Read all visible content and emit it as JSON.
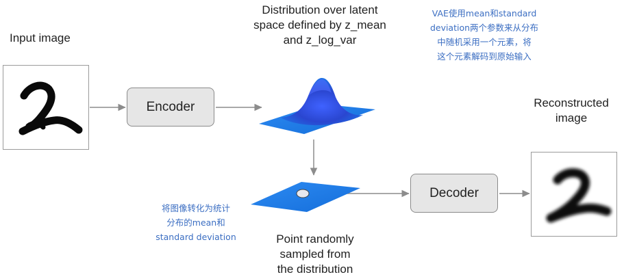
{
  "input_label": "Input image",
  "encoder_label": "Encoder",
  "decoder_label": "Decoder",
  "distribution_label": [
    "Distribution over latent",
    "space defined by z_mean",
    "and z_log_var"
  ],
  "reconstructed_label": [
    "Reconstructed",
    "image"
  ],
  "sample_label": [
    "Point randomly",
    "sampled from",
    "the distribution"
  ],
  "note_top": [
    "VAE使用mean和standard",
    "deviation两个参数来从分布",
    "中随机采用一个元素，将",
    "这个元素解码到原始输入"
  ],
  "note_left": [
    "将图像转化为统计",
    "分布的mean和",
    "standard deviation"
  ],
  "colors": {
    "note_text": "#3b6ec2",
    "plane_blue": "#1f7fe6",
    "peak_blue": "#1830b8",
    "arrow": "#8c8c8c",
    "node_fill": "#e6e6e6"
  }
}
